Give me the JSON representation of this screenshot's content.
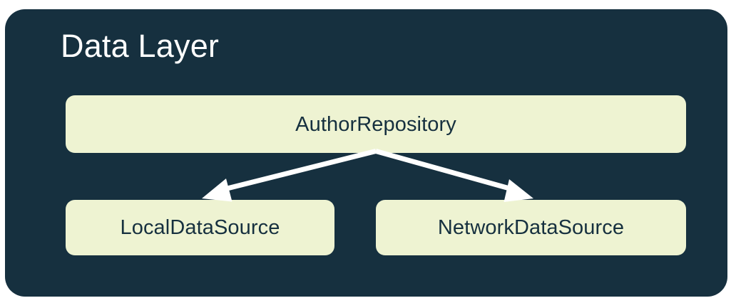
{
  "diagram": {
    "type": "architecture-layer-diagram",
    "title": "Data Layer",
    "colors": {
      "container_background": "#16303F",
      "node_background": "#EEF3D2",
      "node_text": "#16303F",
      "title_text": "#FFFFFF",
      "arrow": "#FFFFFF",
      "page_background": "#FFFFFF"
    },
    "nodes": [
      {
        "id": "repository",
        "label": "AuthorRepository",
        "row": 1
      },
      {
        "id": "local",
        "label": "LocalDataSource",
        "row": 2
      },
      {
        "id": "network",
        "label": "NetworkDataSource",
        "row": 2
      }
    ],
    "edges": [
      {
        "from": "repository",
        "to": "local",
        "style": "solid-arrow"
      },
      {
        "from": "repository",
        "to": "network",
        "style": "solid-arrow"
      }
    ]
  }
}
